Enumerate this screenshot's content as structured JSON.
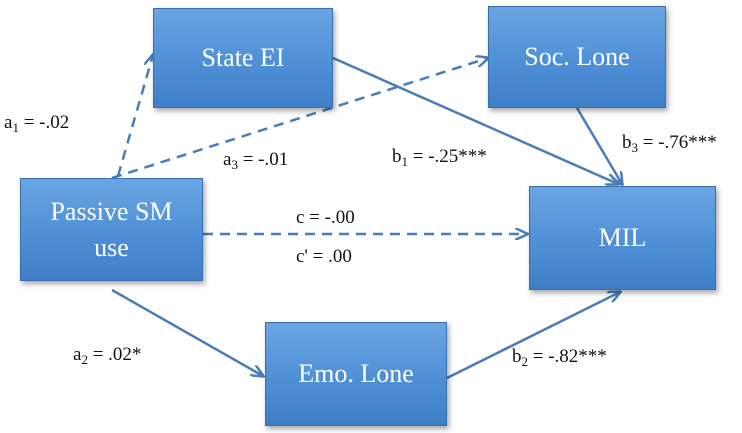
{
  "nodes": {
    "state_ei": "State EI",
    "soc_lone": "Soc. Lone",
    "passive_line1": "Passive SM",
    "passive_line2": "use",
    "mil": "MIL",
    "emo_lone": "Emo. Lone"
  },
  "paths": {
    "a1": {
      "letter": "a",
      "sub": "1",
      "text": " = -.02"
    },
    "a2": {
      "letter": "a",
      "sub": "2",
      "text": " = .02*"
    },
    "a3": {
      "letter": "a",
      "sub": "3",
      "text": " = -.01"
    },
    "b1": {
      "letter": "b",
      "sub": "1",
      "text": " = -.25***"
    },
    "b2": {
      "letter": "b",
      "sub": "2",
      "text": " = -.82***"
    },
    "b3": {
      "letter": "b",
      "sub": "3",
      "text": " = -.76***"
    },
    "c": "c = -.00",
    "c_prime": "c' = .00"
  },
  "colors": {
    "box_fill": "#4f8fd6",
    "box_border": "#3a6fae",
    "arrow": "#4a7db8",
    "label_text": "#111111",
    "box_text": "#ffffff"
  }
}
